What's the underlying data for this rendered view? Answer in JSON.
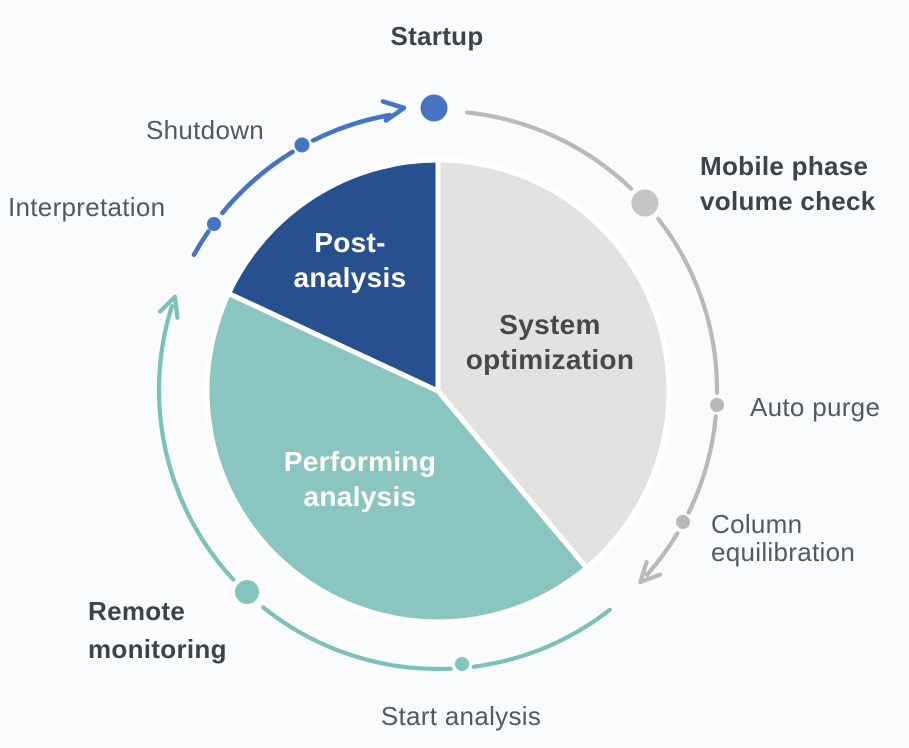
{
  "diagram": {
    "type": "cycle-workflow",
    "wheel": {
      "segments": [
        {
          "id": "system-optimization",
          "label": "System\noptimization",
          "fill": "#e2e2e0",
          "text_color": "#45494e",
          "angle_start_deg": 0,
          "angle_end_deg": 140
        },
        {
          "id": "performing-analysis",
          "label": "Performing\nanalysis",
          "fill": "#8ac5bf",
          "text_color": "#ffffff",
          "angle_start_deg": 140,
          "angle_end_deg": 295
        },
        {
          "id": "post-analysis",
          "label": "Post-\nanalysis",
          "fill": "#27508f",
          "text_color": "#ffffff",
          "angle_start_deg": 295,
          "angle_end_deg": 360
        }
      ]
    },
    "ring": {
      "stations": [
        {
          "id": "startup",
          "label": "Startup",
          "emphasis": "bold",
          "marker": "large",
          "phase_color": "#4575c1"
        },
        {
          "id": "mobile-phase",
          "label": "Mobile phase\nvolume check",
          "emphasis": "bold",
          "marker": "large",
          "phase_color": "#c5c5c5"
        },
        {
          "id": "auto-purge",
          "label": "Auto purge",
          "emphasis": "regular",
          "marker": "small",
          "phase_color": "#b9b9b9"
        },
        {
          "id": "column-equilibration",
          "label": "Column\nequilibration",
          "emphasis": "regular",
          "marker": "small",
          "phase_color": "#b9b9b9"
        },
        {
          "id": "start-analysis",
          "label": "Start analysis",
          "emphasis": "regular",
          "marker": "small",
          "phase_color": "#84c4bd"
        },
        {
          "id": "remote-monitoring",
          "label": "Remote\nmonitoring",
          "emphasis": "bold",
          "marker": "large",
          "phase_color": "#84c4bd"
        },
        {
          "id": "interpretation",
          "label": "Interpretation",
          "emphasis": "regular",
          "marker": "small",
          "phase_color": "#4575c1"
        },
        {
          "id": "shutdown",
          "label": "Shutdown",
          "emphasis": "regular",
          "marker": "small",
          "phase_color": "#4575c1"
        }
      ]
    },
    "colors": {
      "background": "#fafbfd",
      "arc_blue": "#4575c1",
      "arc_gray": "#b9b9b9",
      "arc_teal": "#7cc0b9",
      "slice_navy": "#27508f",
      "slice_teal": "#8ac5bf",
      "slice_gray": "#e2e2e0",
      "label_bold": "#3d434c",
      "label_regular": "#505a64"
    }
  }
}
